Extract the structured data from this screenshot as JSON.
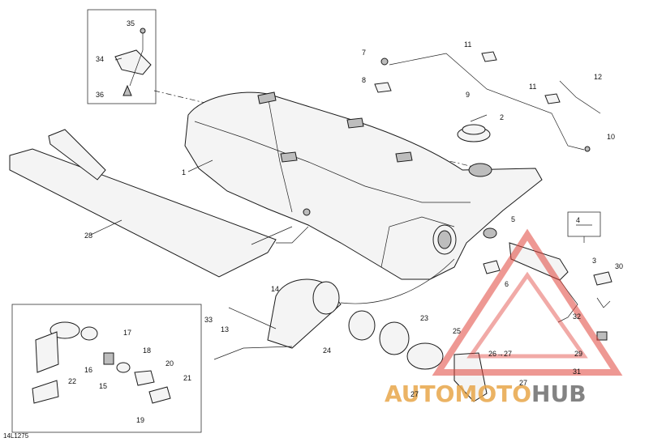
{
  "reference_code": "14L1275",
  "callouts": [
    "1",
    "2",
    "3",
    "4",
    "5",
    "6",
    "7",
    "8",
    "9",
    "10",
    "11",
    "11",
    "12",
    "13",
    "14",
    "15",
    "16",
    "17",
    "18",
    "19",
    "20",
    "21",
    "22",
    "23",
    "24",
    "25",
    "26→27",
    "27",
    "27",
    "28",
    "29",
    "30",
    "31",
    "32",
    "33",
    "34",
    "35",
    "36"
  ],
  "watermark": {
    "part1": "AUTO",
    "part2": "MOTO",
    "part3": "HUB",
    "colors": {
      "accent": "#e8a64a",
      "dark": "#6e6e6e",
      "triangle": "#e0433b"
    }
  }
}
